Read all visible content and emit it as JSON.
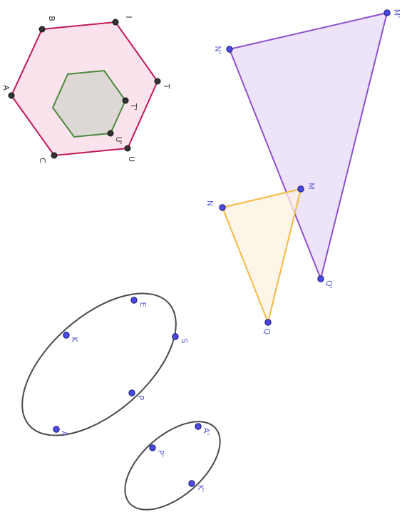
{
  "colors": {
    "hexagon_outer_stroke": "#c2185b",
    "hexagon_outer_fill": "#fbe3ee",
    "hexagon_inner_stroke": "#4c8a3c",
    "hexagon_inner_fill": "#ddd8d5",
    "triangle_large_stroke": "#8e4fd0",
    "triangle_large_fill": "#ede4f9",
    "triangle_small_stroke": "#f5b942",
    "triangle_small_fill": "#fef2e2",
    "ellipse_stroke": "#4a4a4a",
    "point_blue": "#4a4ae8",
    "point_dark": "#333333",
    "label_blue": "#5a5ad6",
    "label_dark": "#333333"
  },
  "hexagon_outer": {
    "points": [
      {
        "label": "B"
      },
      {
        "label": "I"
      },
      {
        "label": "T"
      },
      {
        "label": "U"
      },
      {
        "label": "C"
      },
      {
        "label": "A"
      }
    ]
  },
  "hexagon_inner": {
    "points": [
      {
        "label": "T'"
      },
      {
        "label": "U'"
      }
    ]
  },
  "triangle_large": {
    "points": [
      {
        "label": "N'"
      },
      {
        "label": "M'"
      },
      {
        "label": "Q'"
      }
    ]
  },
  "triangle_small": {
    "points": [
      {
        "label": "N"
      },
      {
        "label": "M"
      },
      {
        "label": "Q"
      }
    ]
  },
  "ellipse_large": {
    "points": [
      {
        "label": "E"
      },
      {
        "label": "K"
      },
      {
        "label": "S"
      },
      {
        "label": "P"
      },
      {
        "label": "A"
      }
    ]
  },
  "ellipse_small": {
    "points": [
      {
        "label": "A'"
      },
      {
        "label": "P'"
      },
      {
        "label": "K'"
      }
    ]
  }
}
